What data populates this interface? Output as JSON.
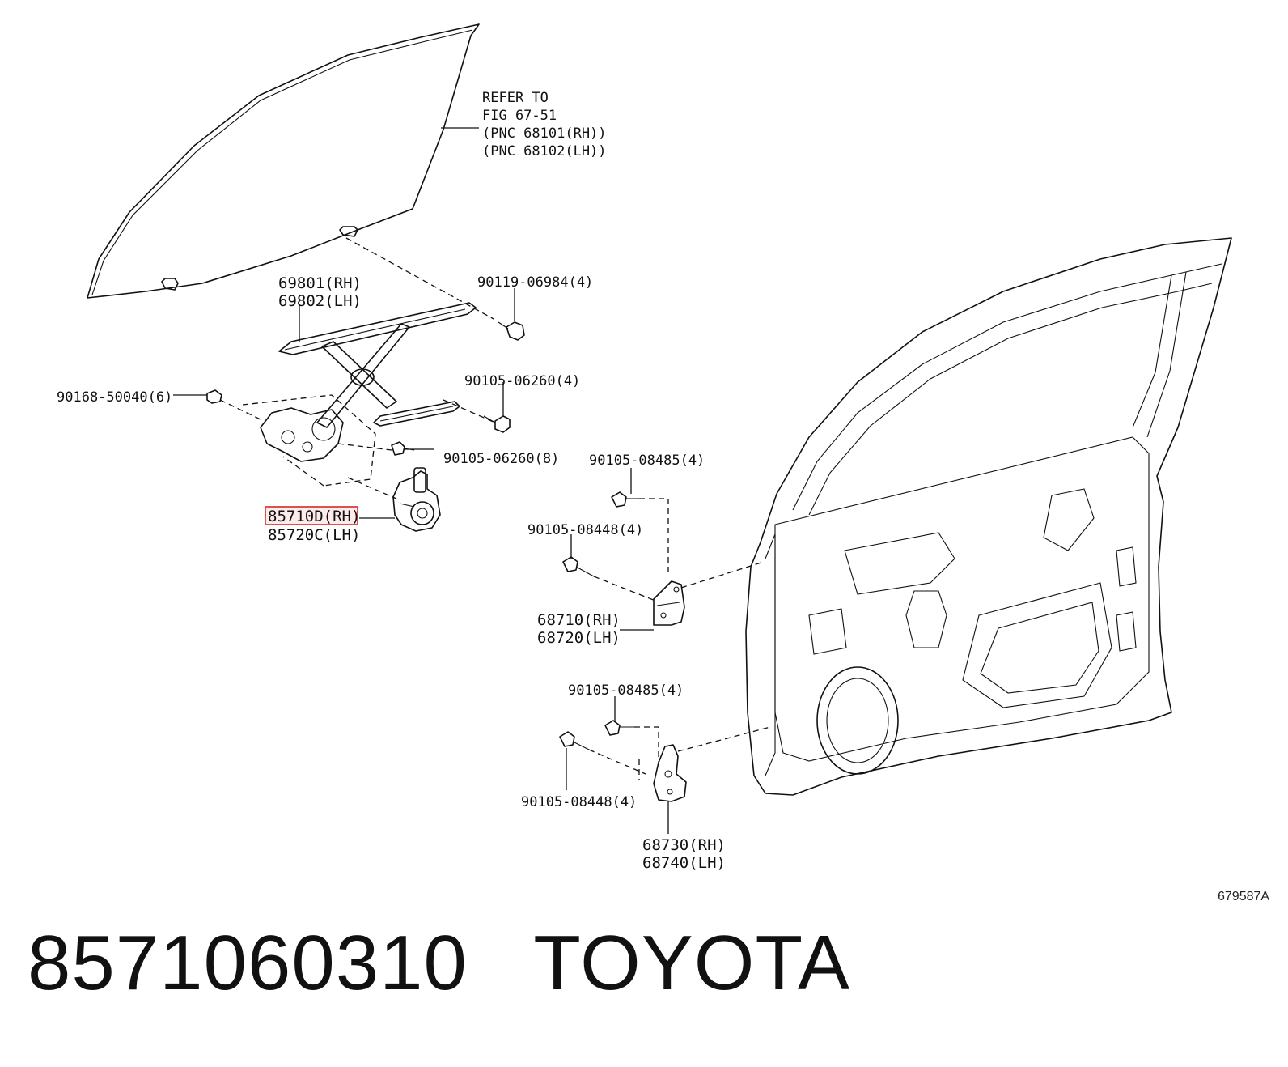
{
  "glass_reference": {
    "line1": "REFER TO",
    "line2": "FIG 67-51",
    "line3": "(PNC 68101(RH))",
    "line4": "(PNC 68102(LH))"
  },
  "labels": {
    "regulator_rh": "69801(RH)",
    "regulator_lh": "69802(LH)",
    "bolt_top": "90119-06984(4)",
    "bolt_mid": "90105-06260(4)",
    "bolt_left": "90168-50040(6)",
    "bolt_motor": "90105-06260(8)",
    "motor_rh": "85710D(RH)",
    "motor_lh": "85720C(LH)",
    "hinge_upper_bolt_a": "90105-08485(4)",
    "hinge_upper_bolt_b": "90105-08448(4)",
    "hinge_upper_rh": "68710(RH)",
    "hinge_upper_lh": "68720(LH)",
    "hinge_lower_bolt_a": "90105-08485(4)",
    "hinge_lower_bolt_b": "90105-08448(4)",
    "hinge_lower_rh": "68730(RH)",
    "hinge_lower_lh": "68740(LH)",
    "figure_id": "679587A"
  },
  "footer": {
    "part_number": "8571060310",
    "brand": "TOYOTA"
  },
  "colors": {
    "line": "#111111",
    "highlight_border": "#d9534f",
    "highlight_fill": "#fdeaea"
  }
}
